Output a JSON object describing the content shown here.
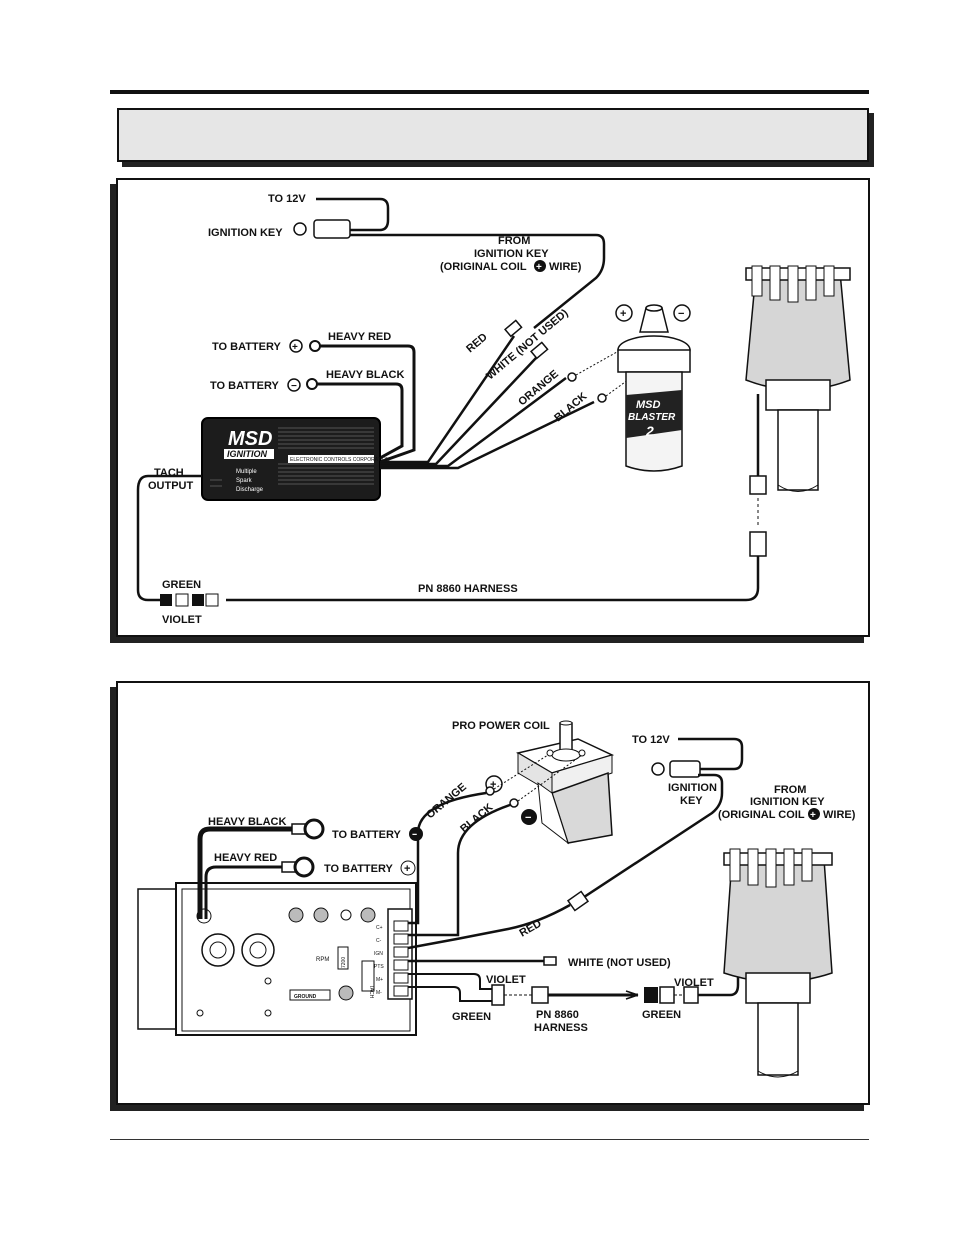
{
  "diagram1": {
    "to_12v": "TO 12V",
    "ignition_key": "IGNITION KEY",
    "from_line1": "FROM",
    "from_line2": "IGNITION KEY",
    "from_line3a": "(ORIGINAL COIL",
    "from_line3b": "WIRE)",
    "to_battery_pos": "TO BATTERY",
    "to_battery_neg": "TO BATTERY",
    "heavy_red": "HEAVY RED",
    "heavy_black": "HEAVY BLACK",
    "wire_red": "RED",
    "wire_white": "WHITE (NOT USED)",
    "wire_orange": "ORANGE",
    "wire_black": "BLACK",
    "tach_line1": "TACH",
    "tach_line2": "OUTPUT",
    "green": "GREEN",
    "violet": "VIOLET",
    "harness": "PN 8860 HARNESS",
    "box_logo_top": "MSD",
    "box_logo_bottom": "IGNITION",
    "box_text1": "Multiple",
    "box_text2": "Spark",
    "box_text3": "Discharge",
    "box_strip": "ELECTRONIC CONTROLS CORPORATION",
    "coil_brand": "MSD",
    "coil_model": "BLASTER",
    "coil_number": "2"
  },
  "diagram2": {
    "pro_power_coil": "PRO POWER COIL",
    "to_12v": "TO 12V",
    "ignition_line1": "IGNITION",
    "ignition_line2": "KEY",
    "from_line1": "FROM",
    "from_line2": "IGNITION KEY",
    "from_line3a": "(ORIGINAL COIL",
    "from_line3b": "WIRE)",
    "heavy_black": "HEAVY BLACK",
    "heavy_red": "HEAVY RED",
    "to_battery_neg": "TO BATTERY",
    "to_battery_pos": "TO BATTERY",
    "wire_orange": "ORANGE",
    "wire_black": "BLACK",
    "wire_red": "RED",
    "white_not_used": "WHITE (NOT USED)",
    "violet_left": "VIOLET",
    "green_left": "GREEN",
    "harness_line1": "PN 8860",
    "harness_line2": "HARNESS",
    "violet_right": "VIOLET",
    "green_right": "GREEN",
    "terminals": [
      "C+",
      "C-",
      "IGN",
      "PTS",
      "M+",
      "M-"
    ],
    "rpm": "RPM",
    "rpm_module": "7200",
    "tach": "TACH",
    "ground": "GROUND"
  }
}
